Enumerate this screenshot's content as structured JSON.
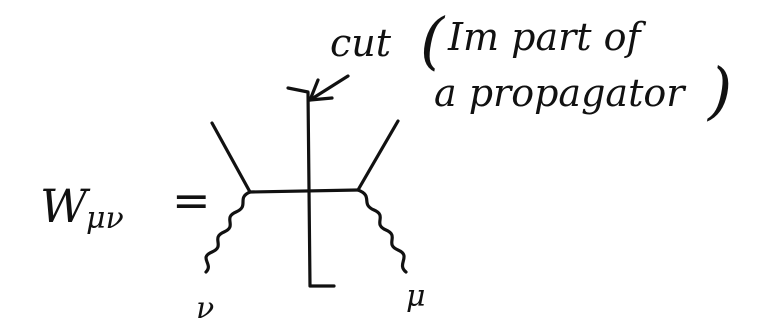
{
  "equation": {
    "lhs": "W",
    "lhs_indices": "μν",
    "equals": "="
  },
  "annotation": {
    "line1": "cut",
    "paren_open": "(",
    "line2": "Im part of",
    "line3": "a propagator",
    "paren_close": ")"
  },
  "labels": {
    "left_boson": "ν",
    "right_boson": "μ"
  }
}
